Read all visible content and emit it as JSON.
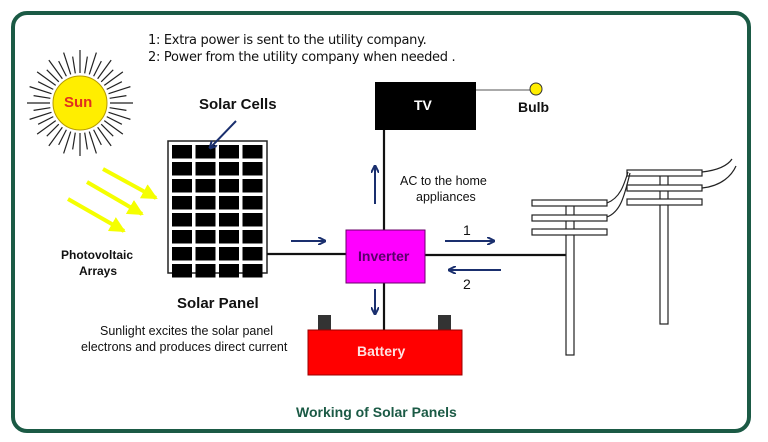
{
  "notes": [
    "1: Extra power is sent to the utility company.",
    "2: Power from the utility company when needed ."
  ],
  "labels": {
    "sun": "Sun",
    "solar_cells": "Solar Cells",
    "photovoltaic_line1": "Photovoltaic",
    "photovoltaic_line2": "Arrays",
    "solar_panel": "Solar Panel",
    "sunlight_line1": "Sunlight excites the solar panel",
    "sunlight_line2": "electrons and produces direct current",
    "tv": "TV",
    "bulb": "Bulb",
    "ac_line1": "AC to the home",
    "ac_line2": "appliances",
    "inverter": "Inverter",
    "battery": "Battery",
    "flow_out": "1",
    "flow_in": "2",
    "caption": "Working of Solar Panels"
  },
  "colors": {
    "frame": "#1b5a45",
    "sun": "#ffee00",
    "sun_text": "#e0301e",
    "sun_rays": "#f5ff00",
    "inverter": "#ff00ff",
    "battery": "#ff0000",
    "arrow": "#1a2f6e",
    "caption": "#1b5a45",
    "bulb": "#ffee00"
  }
}
